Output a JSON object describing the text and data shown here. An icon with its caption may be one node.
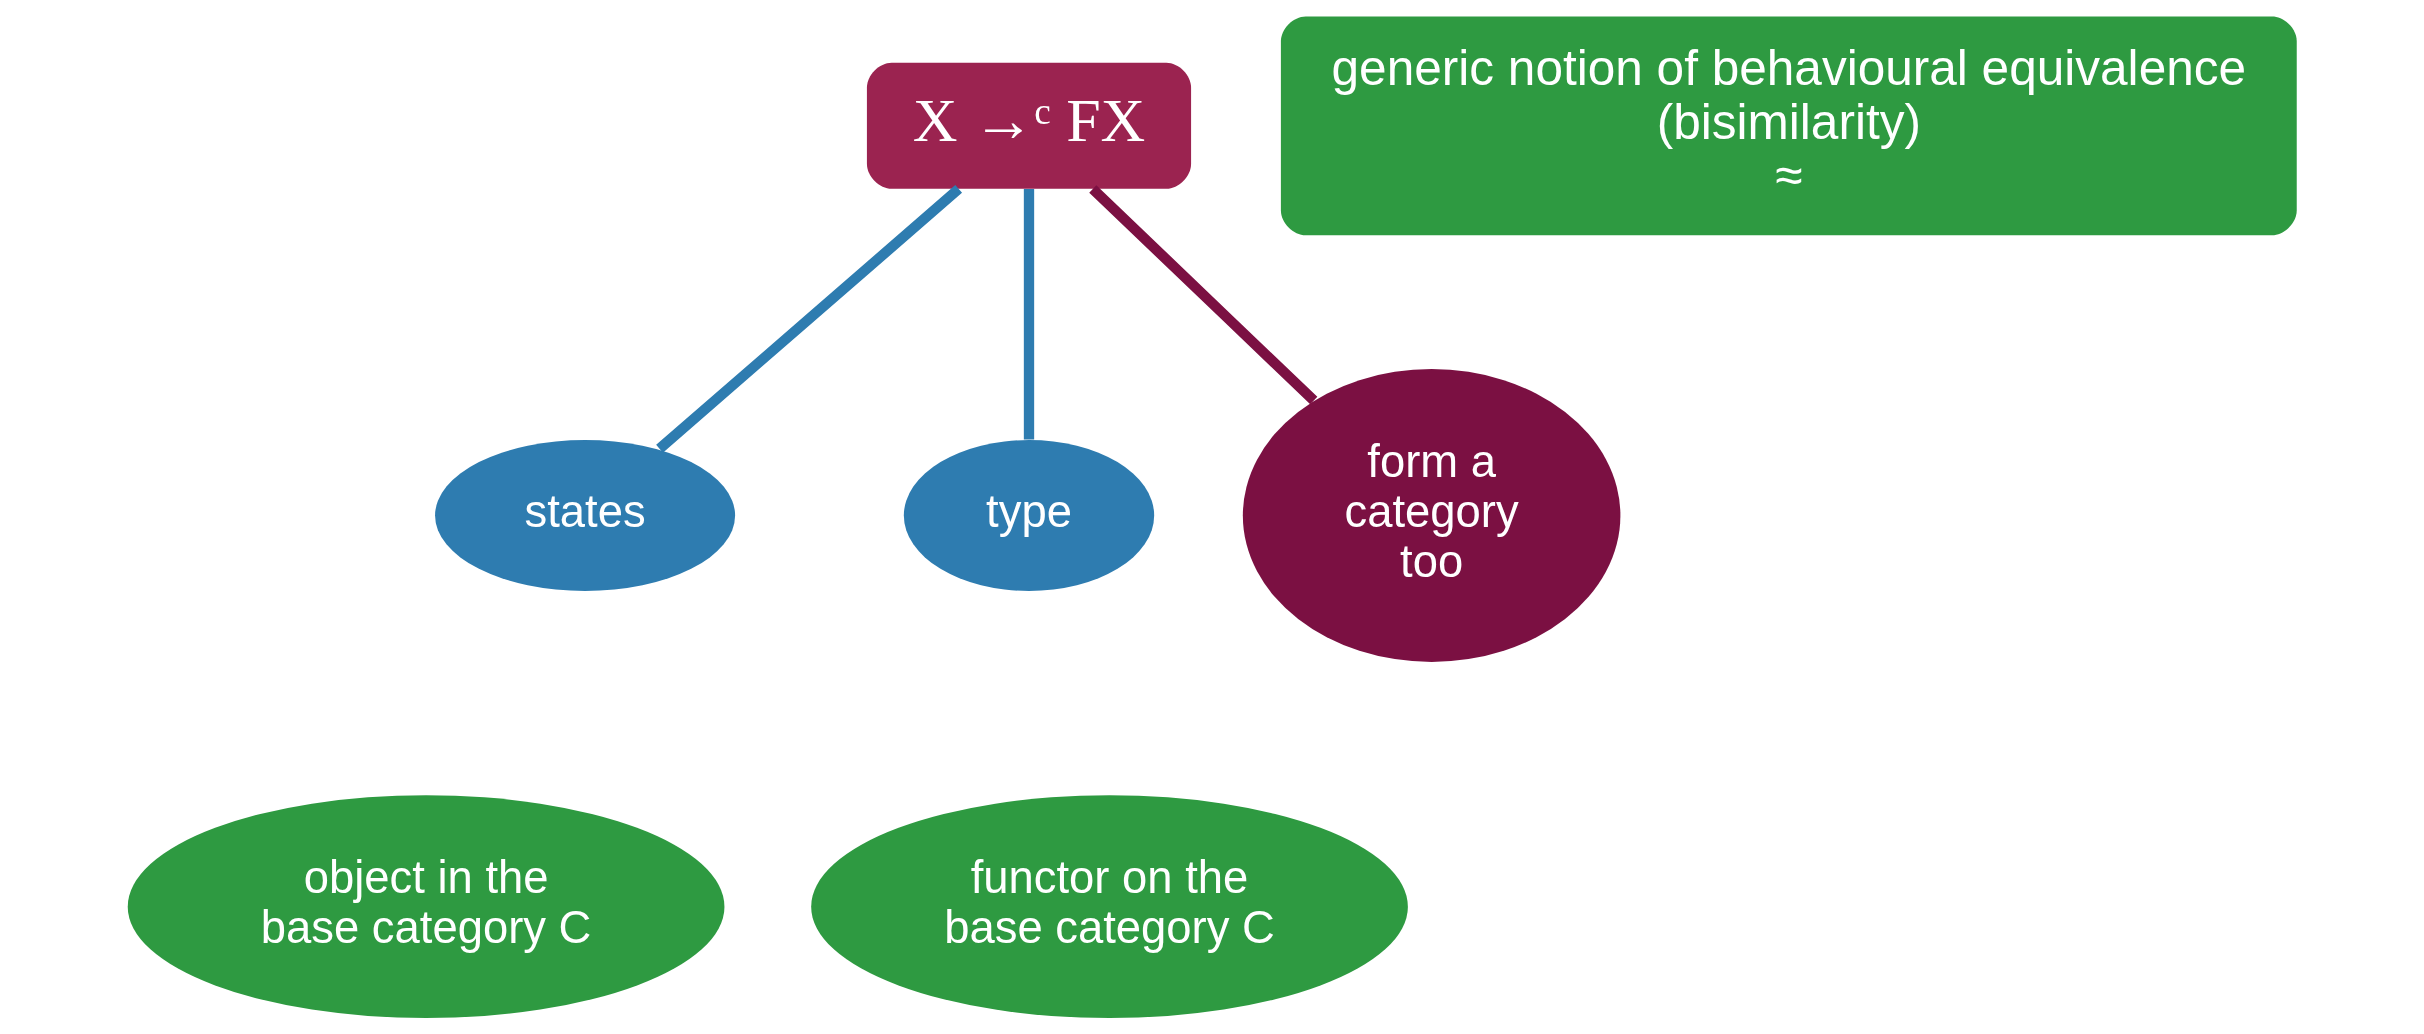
{
  "diagram": {
    "nodes": [
      {
        "text": [
          "X →ᶜ FX"
        ]
      },
      {
        "text": [
          "generic notion of behavioural equivalence (bisimilarity)",
          "≈"
        ]
      },
      {
        "text": [
          "states"
        ]
      },
      {
        "text": [
          "type"
        ]
      },
      {
        "text": [
          "form a category too"
        ]
      },
      {
        "text": [
          "object in the base category C"
        ]
      },
      {
        "text": [
          "functor on the base category C"
        ]
      }
    ],
    "edges": [
      {
        "from": 0,
        "to": 2,
        "arrow": "none"
      },
      {
        "from": 0,
        "to": 3,
        "arrow": "none"
      },
      {
        "from": 0,
        "to": 4,
        "arrow": "none",
        "color": "#7b1042"
      }
    ]
  }
}
